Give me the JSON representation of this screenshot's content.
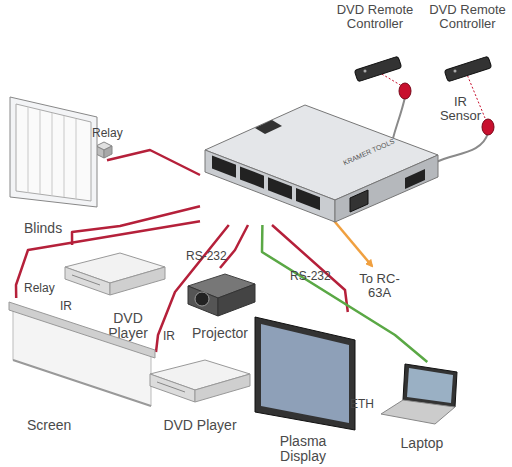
{
  "diagram": {
    "nodes": [
      {
        "text": [
          "DVD Remote Controller"
        ]
      },
      {
        "text": [
          "DVD Remote Controller"
        ]
      },
      {
        "text": [
          "Blinds"
        ]
      },
      {
        "text": [
          "KRAMER TOOLS"
        ]
      },
      {
        "text": [
          "DVD Player"
        ]
      },
      {
        "text": [
          "Projector"
        ]
      },
      {
        "text": [
          "Screen"
        ]
      },
      {
        "text": [
          "DVD Player"
        ]
      },
      {
        "text": [
          "Plasma Display"
        ]
      },
      {
        "text": [
          "Laptop"
        ]
      }
    ],
    "edges": [
      {
        "from": 3,
        "to": 2,
        "label": "Relay",
        "arrow": "none"
      },
      {
        "from": 3,
        "to": 4,
        "label": "IR",
        "arrow": "none"
      },
      {
        "from": 3,
        "to": 5,
        "label": "RS-232",
        "arrow": "none"
      },
      {
        "from": 3,
        "to": 6,
        "label": "Relay",
        "arrow": "none"
      },
      {
        "from": 3,
        "to": 7,
        "label": "IR",
        "arrow": "none"
      },
      {
        "from": 3,
        "to": 8,
        "label": "RS-232",
        "arrow": "none"
      },
      {
        "from": 9,
        "to": 3,
        "label": "ETH",
        "arrow": "none"
      }
    ],
    "labels": [
      "IR Sensor",
      "To RC-63A"
    ]
  }
}
